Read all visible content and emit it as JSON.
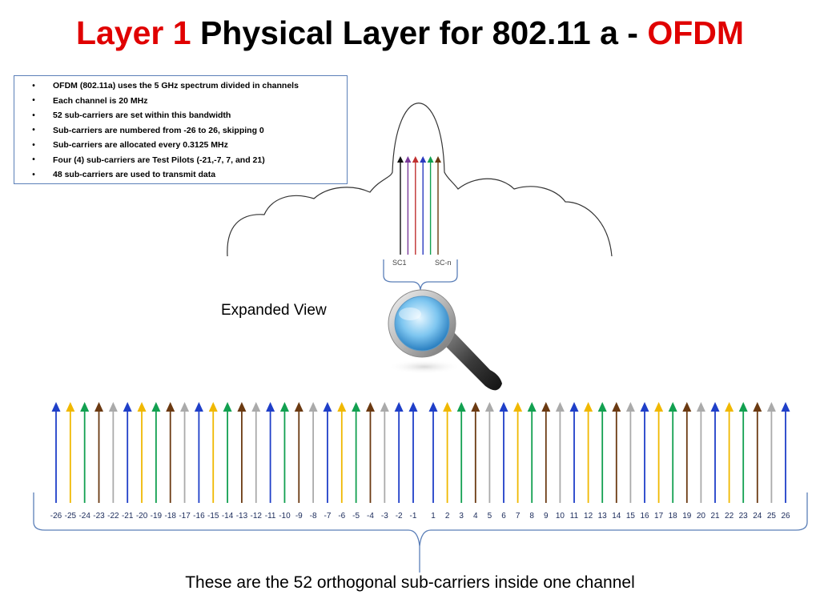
{
  "slide": {
    "title": {
      "part1": "Layer 1",
      "part2": " Physical Layer for 802.11 a - ",
      "part3": "OFDM"
    },
    "bullets": [
      "OFDM (802.11a) uses the 5 GHz spectrum divided in channels",
      "Each channel is 20 MHz",
      "52 sub-carriers are set within this bandwidth",
      "Sub-carriers  are numbered from -26 to 26, skipping 0",
      "Sub-carriers are allocated every 0.3125 MHz",
      "Four (4) sub-carriers are Test Pilots (-21,-7, 7, and 21)",
      "48 sub-carriers are used to transmit data"
    ],
    "bullet_marker": "•",
    "spectrum_labels": {
      "first": "SC1",
      "last": "SC-n"
    },
    "expanded_label": "Expanded View",
    "caption": "These are the 52 orthogonal sub-carriers inside one channel",
    "colors": {
      "title_accent": "#e00000",
      "blue": "#1f3fc8",
      "yellow": "#f0b800",
      "green": "#12a050",
      "brown": "#6b3a12",
      "gray": "#aaaaaa",
      "purple": "#8a3a9a",
      "red": "#c03030"
    },
    "small_carrier_colors": [
      "#111111",
      "#7a3a9a",
      "#c03030",
      "#2a3ac0",
      "#12a050",
      "#6b3a12"
    ],
    "carriers": [
      {
        "n": "-26",
        "c": "#1f3fc8"
      },
      {
        "n": "-25",
        "c": "#f0b800"
      },
      {
        "n": "-24",
        "c": "#12a050"
      },
      {
        "n": "-23",
        "c": "#6b3a12"
      },
      {
        "n": "-22",
        "c": "#aaaaaa"
      },
      {
        "n": "-21",
        "c": "#1f3fc8"
      },
      {
        "n": "-20",
        "c": "#f0b800"
      },
      {
        "n": "-19",
        "c": "#12a050"
      },
      {
        "n": "-18",
        "c": "#6b3a12"
      },
      {
        "n": "-17",
        "c": "#aaaaaa"
      },
      {
        "n": "-16",
        "c": "#1f3fc8"
      },
      {
        "n": "-15",
        "c": "#f0b800"
      },
      {
        "n": "-14",
        "c": "#12a050"
      },
      {
        "n": "-13",
        "c": "#6b3a12"
      },
      {
        "n": "-12",
        "c": "#aaaaaa"
      },
      {
        "n": "-11",
        "c": "#1f3fc8"
      },
      {
        "n": "-10",
        "c": "#12a050"
      },
      {
        "n": "-9",
        "c": "#6b3a12"
      },
      {
        "n": "-8",
        "c": "#aaaaaa"
      },
      {
        "n": "-7",
        "c": "#1f3fc8"
      },
      {
        "n": "-6",
        "c": "#f0b800"
      },
      {
        "n": "-5",
        "c": "#12a050"
      },
      {
        "n": "-4",
        "c": "#6b3a12"
      },
      {
        "n": "-3",
        "c": "#aaaaaa"
      },
      {
        "n": "-2",
        "c": "#1f3fc8"
      },
      {
        "n": "-1",
        "c": "#1f3fc8"
      },
      {
        "n": "1",
        "c": "#1f3fc8"
      },
      {
        "n": "2",
        "c": "#f0b800"
      },
      {
        "n": "3",
        "c": "#12a050"
      },
      {
        "n": "4",
        "c": "#6b3a12"
      },
      {
        "n": "5",
        "c": "#aaaaaa"
      },
      {
        "n": "6",
        "c": "#1f3fc8"
      },
      {
        "n": "7",
        "c": "#f0b800"
      },
      {
        "n": "8",
        "c": "#12a050"
      },
      {
        "n": "9",
        "c": "#6b3a12"
      },
      {
        "n": "10",
        "c": "#aaaaaa"
      },
      {
        "n": "11",
        "c": "#1f3fc8"
      },
      {
        "n": "12",
        "c": "#f0b800"
      },
      {
        "n": "13",
        "c": "#12a050"
      },
      {
        "n": "14",
        "c": "#6b3a12"
      },
      {
        "n": "15",
        "c": "#aaaaaa"
      },
      {
        "n": "16",
        "c": "#1f3fc8"
      },
      {
        "n": "17",
        "c": "#f0b800"
      },
      {
        "n": "18",
        "c": "#12a050"
      },
      {
        "n": "19",
        "c": "#6b3a12"
      },
      {
        "n": "20",
        "c": "#aaaaaa"
      },
      {
        "n": "21",
        "c": "#1f3fc8"
      },
      {
        "n": "22",
        "c": "#f0b800"
      },
      {
        "n": "23",
        "c": "#12a050"
      },
      {
        "n": "24",
        "c": "#6b3a12"
      },
      {
        "n": "25",
        "c": "#aaaaaa"
      },
      {
        "n": "26",
        "c": "#1f3fc8"
      }
    ],
    "icons": {
      "magnifier": "magnifying-glass-icon",
      "cloud": "spectrum-cloud-icon",
      "brace": "curly-brace-icon"
    }
  }
}
